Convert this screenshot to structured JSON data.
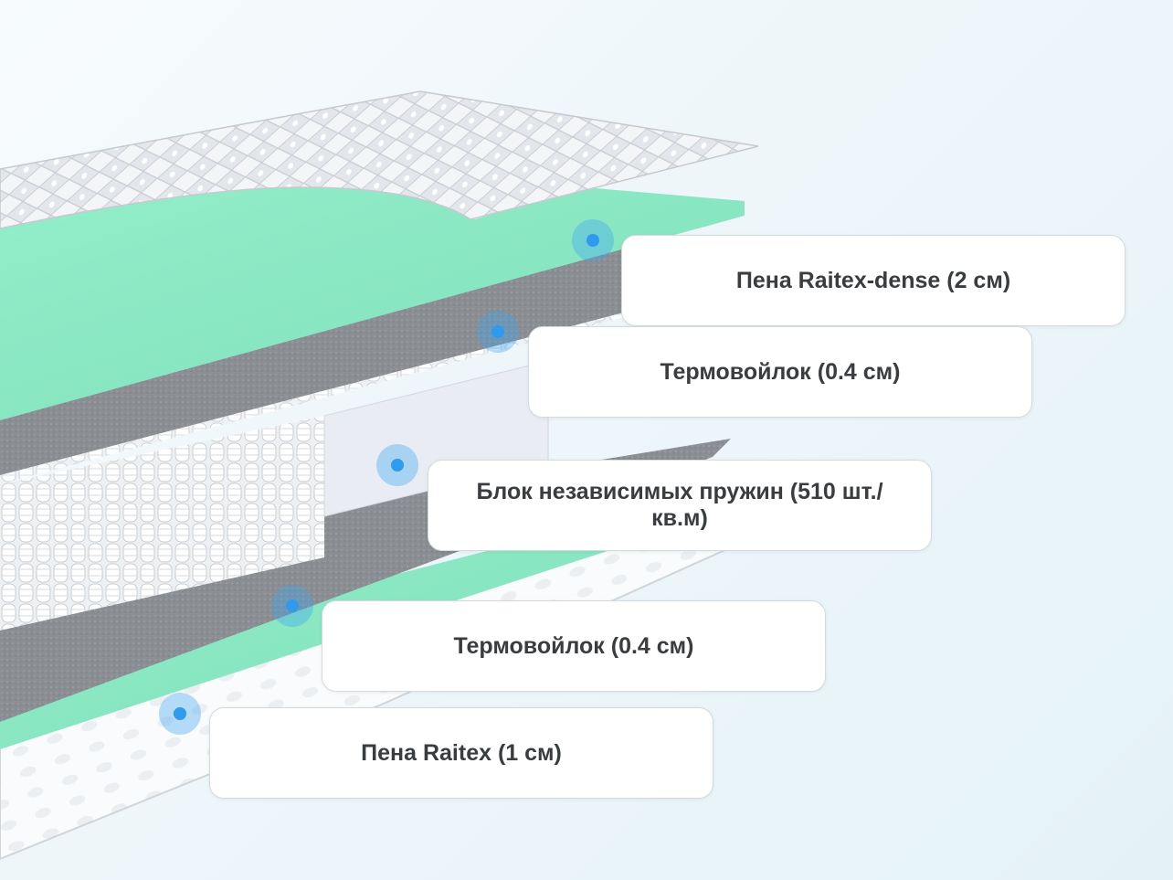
{
  "layers": [
    {
      "label": "Пена Raitex-dense (2 см)"
    },
    {
      "label": "Термовойлок (0.4 см)"
    },
    {
      "label": "Блок независимых пружин (510 шт./кв.м)"
    },
    {
      "label": "Термовойлок (0.4 см)"
    },
    {
      "label": "Пена Raitex (1 см)"
    }
  ],
  "colors": {
    "foam": "#8de8c4",
    "felt": "#8a8d91",
    "springs": "#e8ecef",
    "quilt": "#f2f4f6",
    "marker": "#2f9bee"
  }
}
